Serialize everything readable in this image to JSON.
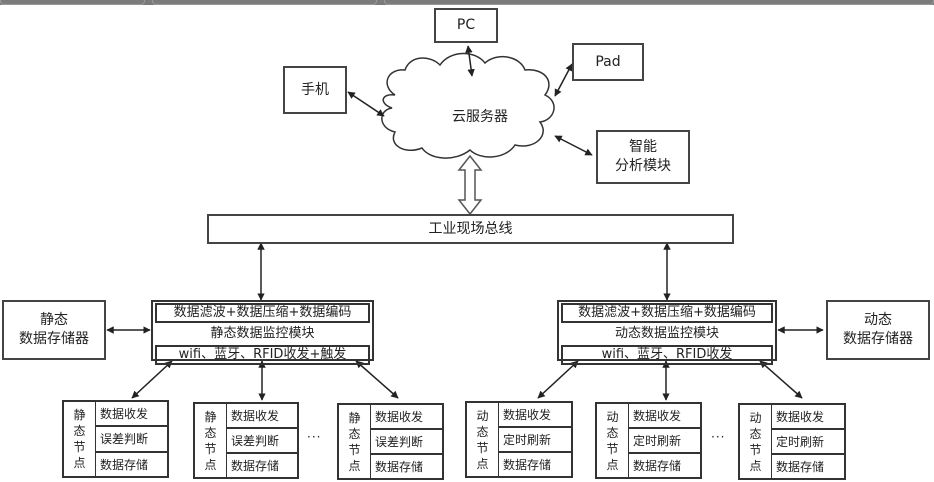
{
  "cloud": {
    "label": "云服务器"
  },
  "clients": {
    "pc": "PC",
    "pad": "Pad",
    "phone": "手机",
    "analysis_line1": "智能",
    "analysis_line2": "分析模块"
  },
  "bus": {
    "label": "工业现场总线"
  },
  "static_side": {
    "storage_line1": "静态",
    "storage_line2": "数据存储器",
    "module": {
      "row1": "数据滤波+数据压缩+数据编码",
      "row2": "静态数据监控模块",
      "row3": "wifi、蓝牙、RFID收发+触发"
    },
    "node_label_chars": [
      "静",
      "态",
      "节",
      "点"
    ],
    "node_functions": [
      "数据收发",
      "误差判断",
      "数据存储"
    ],
    "ellipsis": "···"
  },
  "dynamic_side": {
    "storage_line1": "动态",
    "storage_line2": "数据存储器",
    "module": {
      "row1": "数据滤波+数据压缩+数据编码",
      "row2": "动态数据监控模块",
      "row3": "wifi、蓝牙、RFID收发"
    },
    "node_label_chars": [
      "动",
      "态",
      "节",
      "点"
    ],
    "node_functions": [
      "数据收发",
      "定时刷新",
      "数据存储"
    ],
    "ellipsis": "···"
  }
}
